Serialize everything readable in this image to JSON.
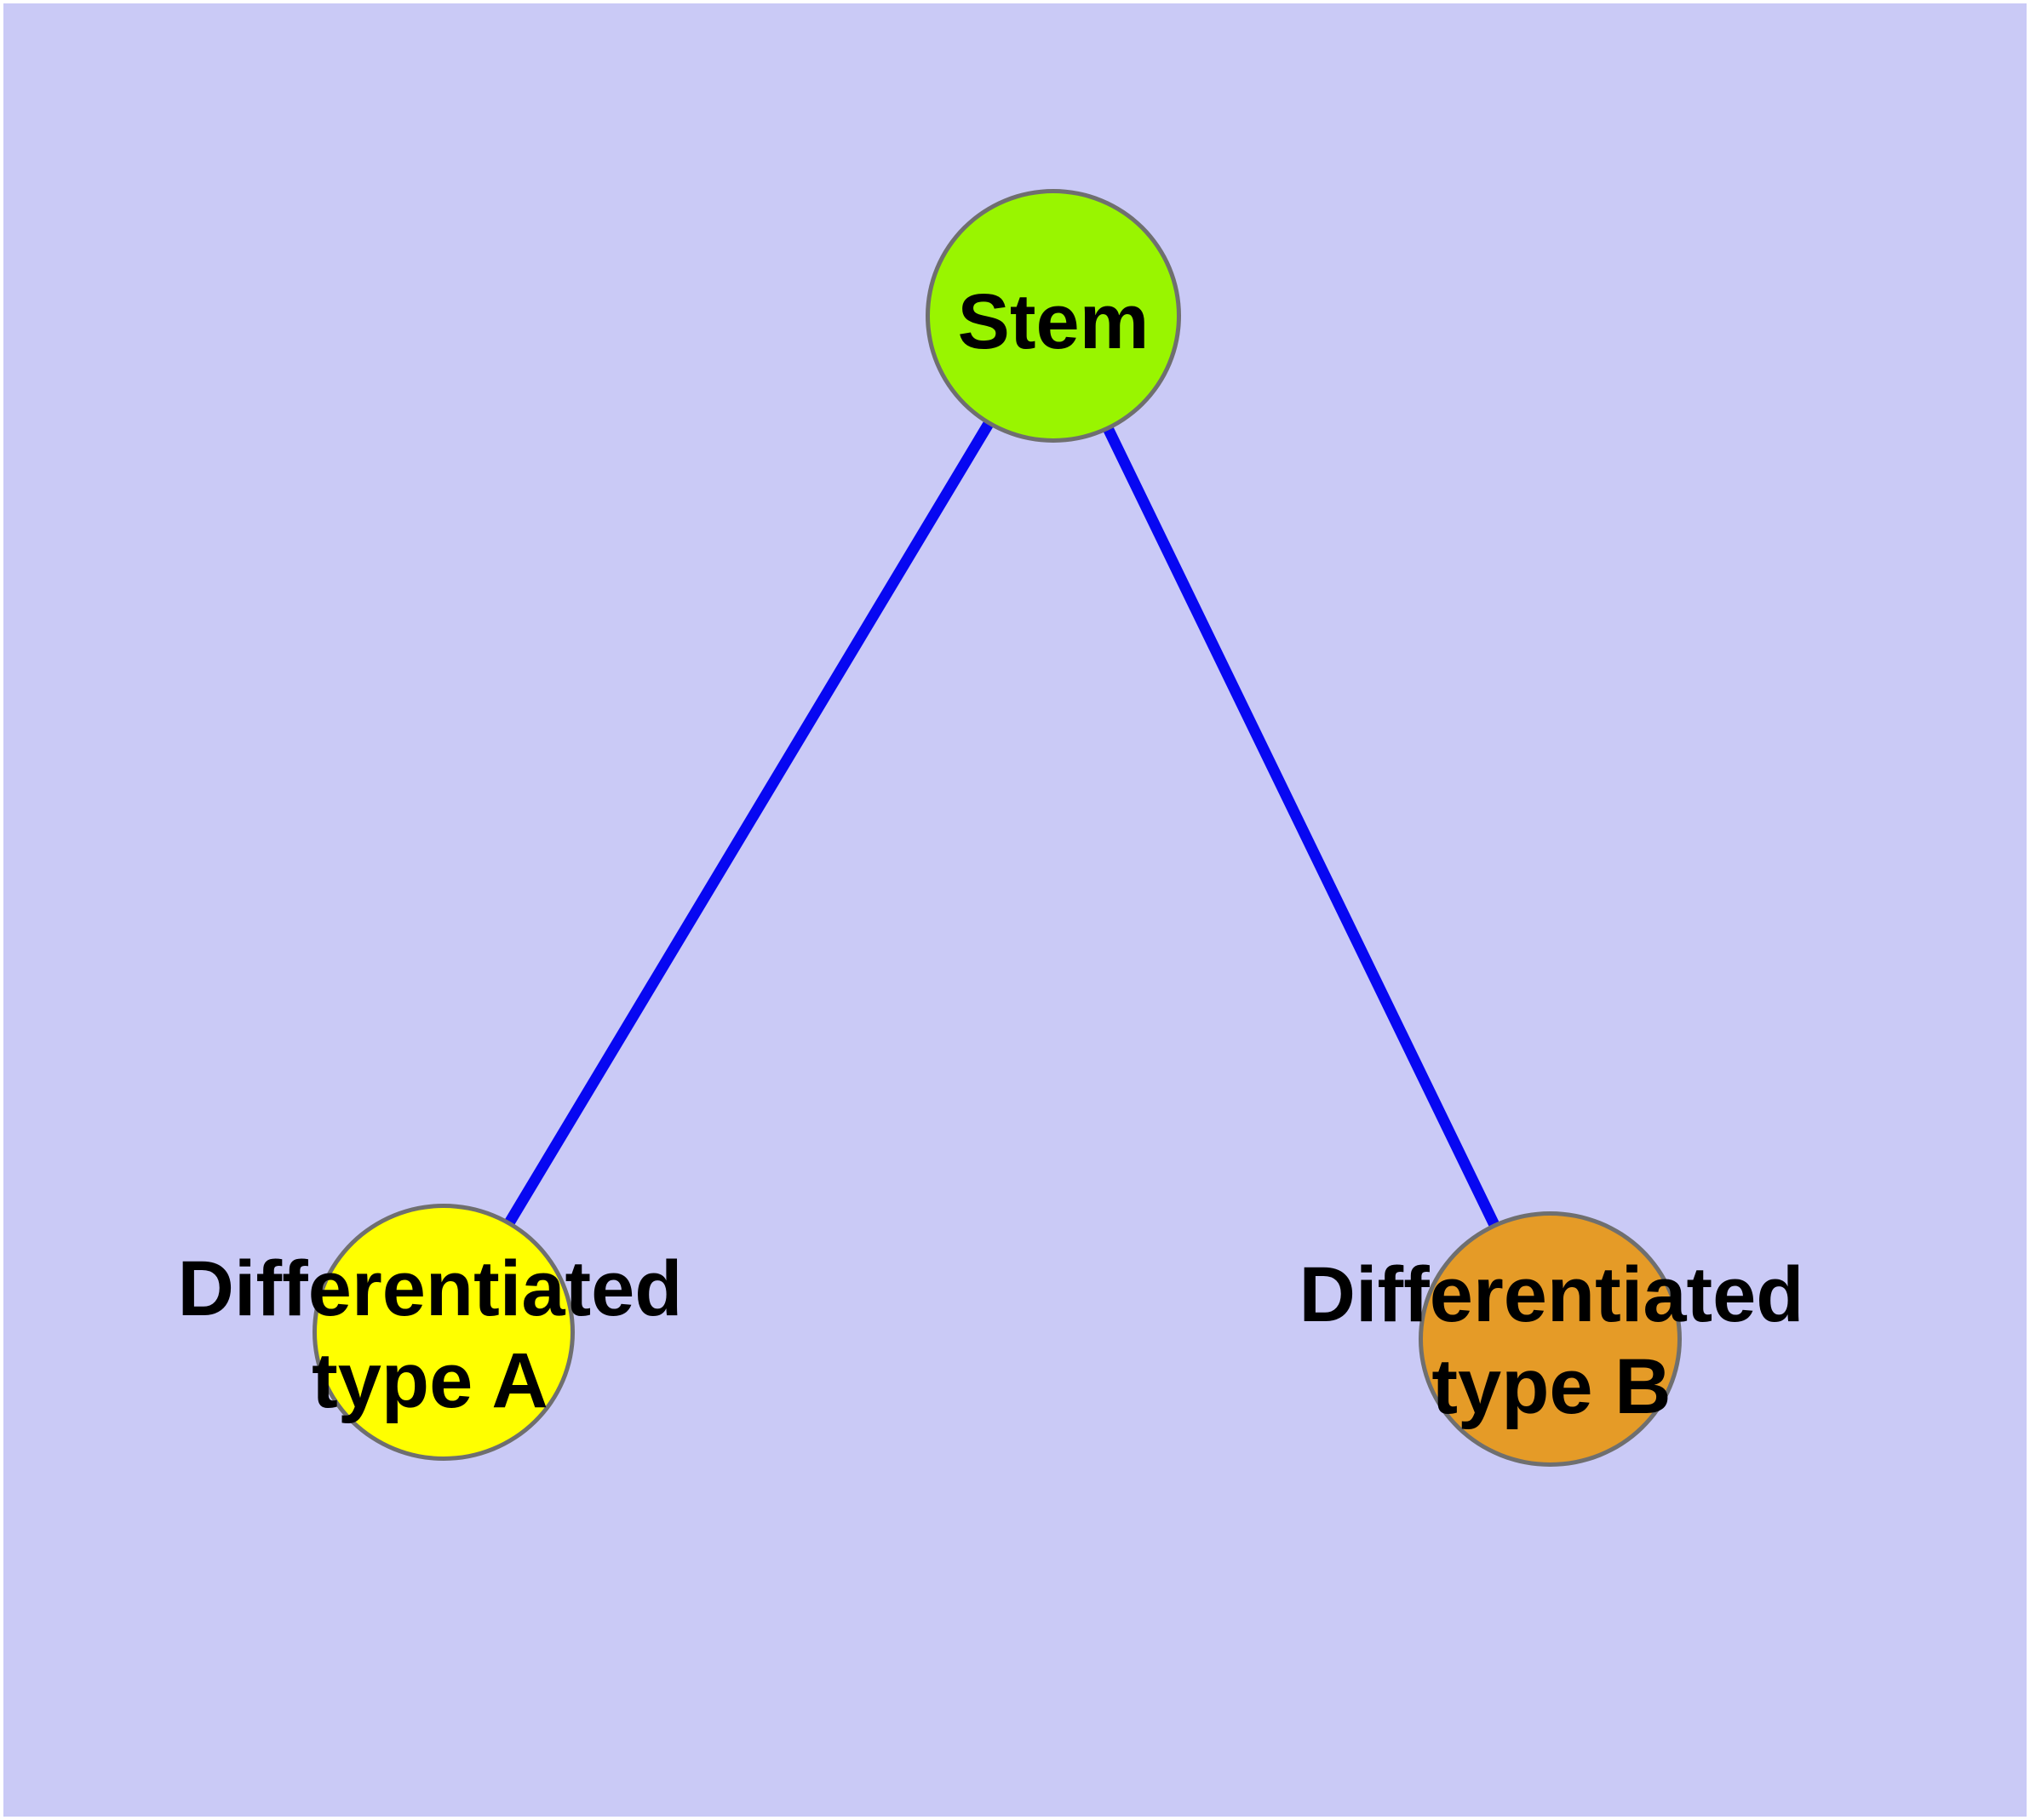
{
  "diagram": {
    "background_color": "#cacaf6",
    "margin_color": "#ffffff",
    "edge_color": "#0707f2",
    "node_border_color": "#6f6f6f",
    "label_color": "#000000",
    "nodes": [
      {
        "id": "stem",
        "label": "Stem",
        "fill": "#99f500"
      },
      {
        "id": "type_a",
        "label_line1": "Differentiated",
        "label_line2": "type A",
        "fill": "#ffff00"
      },
      {
        "id": "type_b",
        "label_line1": "Differentiated",
        "label_line2": "type B",
        "fill": "#e59b27"
      }
    ],
    "edges": [
      {
        "from": "Stem",
        "to": "Differentiated type A"
      },
      {
        "from": "Stem",
        "to": "Differentiated type B"
      }
    ]
  }
}
